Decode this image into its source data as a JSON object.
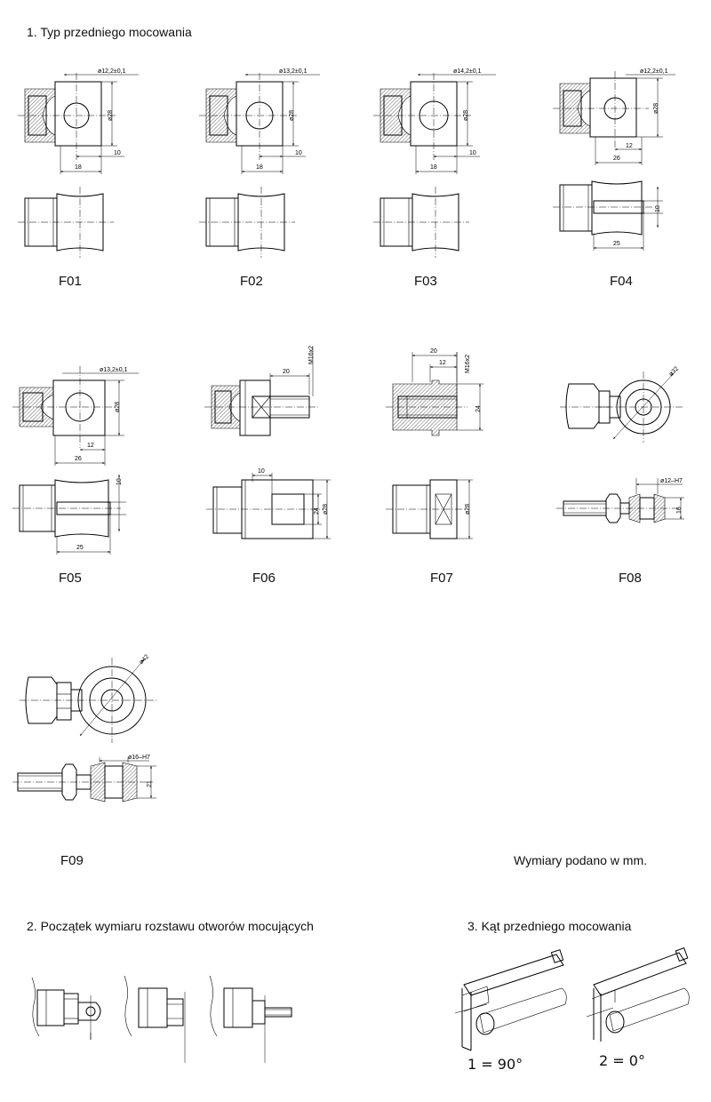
{
  "section1": {
    "title": "1. Typ przedniego mocowania"
  },
  "section2": {
    "title": "2. Początek wymiaru rozstawu otworów mocujących"
  },
  "section3": {
    "title": "3. Kąt przedniego mocowania"
  },
  "note": "Wymiary podano w mm.",
  "angles": [
    "1 = 90°",
    "2 = 0°"
  ],
  "types": [
    {
      "code": "F01",
      "dims": [
        "ø12,2±0,1",
        "ø28",
        "18",
        "10"
      ]
    },
    {
      "code": "F02",
      "dims": [
        "ø13,2±0,1",
        "ø28",
        "18",
        "10"
      ]
    },
    {
      "code": "F03",
      "dims": [
        "ø14,2±0,1",
        "ø28",
        "18",
        "10"
      ]
    },
    {
      "code": "F04",
      "dims": [
        "ø12,2±0,1",
        "ø28",
        "12",
        "26",
        "10",
        "25"
      ]
    },
    {
      "code": "F05",
      "dims": [
        "ø13,2±0,1",
        "ø28",
        "12",
        "26",
        "10",
        "25"
      ]
    },
    {
      "code": "F06",
      "dims": [
        "20",
        "M16x2",
        "10",
        "24",
        "ø28"
      ]
    },
    {
      "code": "F07",
      "dims": [
        "20",
        "12",
        "M16x2",
        "24",
        "ø28"
      ]
    },
    {
      "code": "F08",
      "dims": [
        "ø32",
        "ø12–H7",
        "16"
      ]
    },
    {
      "code": "F09",
      "dims": [
        "ø42",
        "ø16–H7",
        "21"
      ]
    }
  ]
}
